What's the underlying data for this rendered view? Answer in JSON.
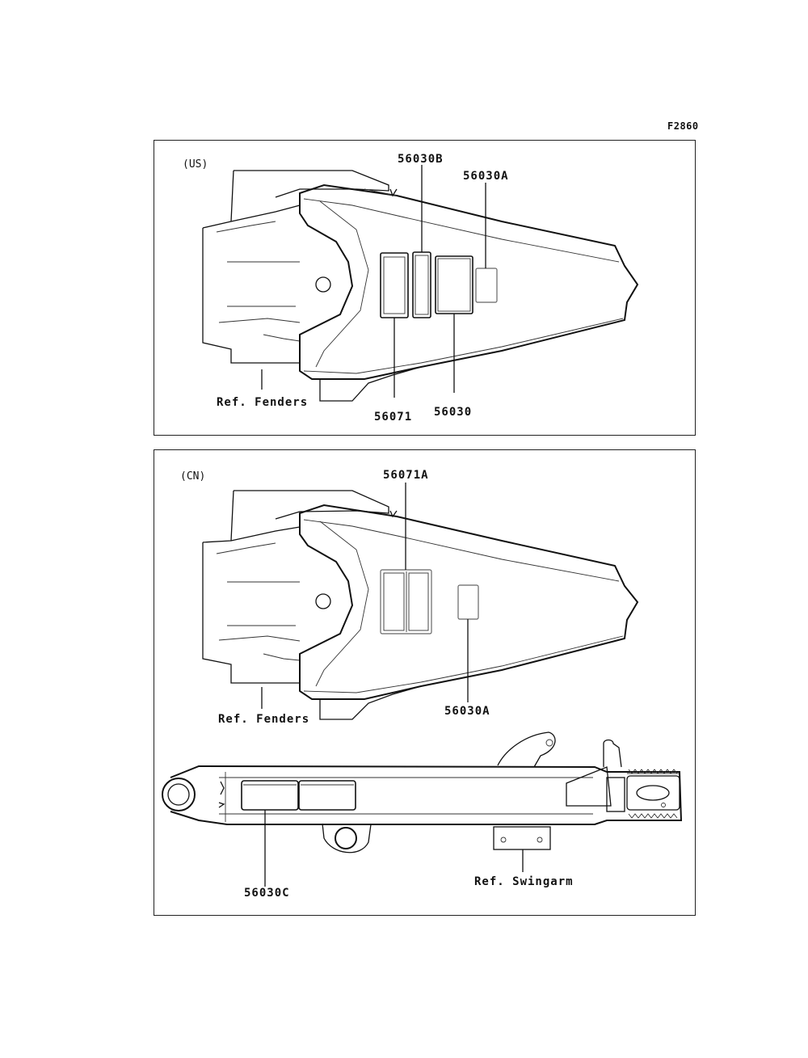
{
  "figure_code": "F2860",
  "panels": {
    "us": {
      "region": "(US)",
      "labels": {
        "p56030B": "56030B",
        "p56030A": "56030A",
        "p56071": "56071",
        "p56030": "56030",
        "ref_fenders": "Ref. Fenders"
      }
    },
    "cn": {
      "region": "(CN)",
      "labels": {
        "p56071A": "56071A",
        "p56030A": "56030A",
        "ref_fenders": "Ref. Fenders",
        "p56030C": "56030C",
        "ref_swingarm": "Ref. Swingarm"
      }
    }
  }
}
